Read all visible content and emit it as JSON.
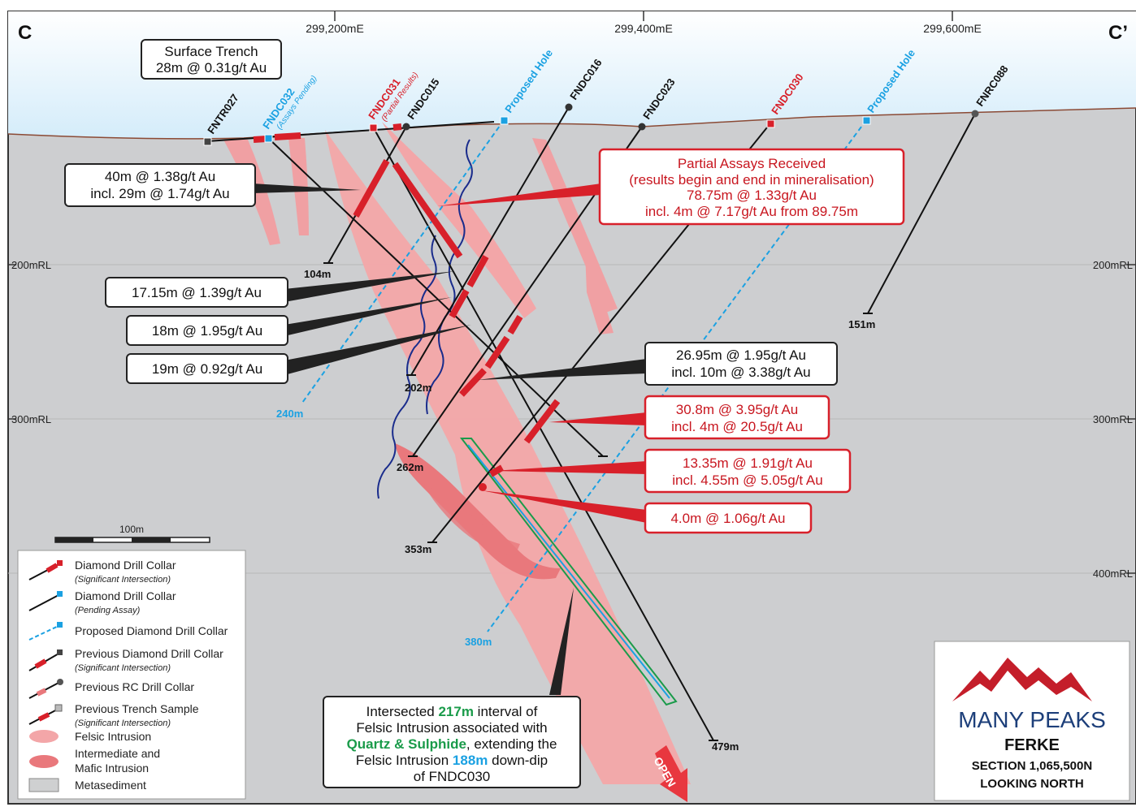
{
  "section": {
    "left_label": "C",
    "right_label": "C’"
  },
  "eastings": [
    "299,200mE",
    "299,400mE",
    "299,600mE"
  ],
  "rl_labels": [
    "200mRL",
    "300mRL",
    "400mRL"
  ],
  "holes": {
    "fntr027": "FNTR027",
    "fndc032": "FNDC032",
    "fndc032_note": "(Assays Pending)",
    "fndc031": "FNDC031",
    "fndc031_note": "(Partial Results)",
    "fndc015": "FNDC015",
    "proposed1": "Proposed Hole",
    "fndc016": "FNDC016",
    "fndc023": "FNDC023",
    "fndc030": "FNDC030",
    "proposed2": "Proposed Hole",
    "fnrc088": "FNRC088"
  },
  "depths": {
    "d104": "104m",
    "d151": "151m",
    "d202": "202m",
    "d240": "240m",
    "d262": "262m",
    "d353": "353m",
    "d380": "380m",
    "d479": "479m"
  },
  "callouts": {
    "trench_title": "Surface Trench",
    "trench_value": "28m @ 0.31g/t Au",
    "c1a": "40m @ 1.38g/t Au",
    "c1b": "incl. 29m @ 1.74g/t Au",
    "c2": "17.15m @ 1.39g/t Au",
    "c3": "18m @ 1.95g/t Au",
    "c4": "19m @ 0.92g/t Au",
    "partial1": "Partial Assays Received",
    "partial2": "(results begin and end in mineralisation)",
    "partial3": "78.75m @ 1.33g/t Au",
    "partial4": "incl. 4m @ 7.17g/t Au from 89.75m",
    "c5a": "26.95m @ 1.95g/t Au",
    "c5b": "incl. 10m @ 3.38g/t Au",
    "c6a": "30.8m @ 3.95g/t Au",
    "c6b": "incl. 4m @ 20.5g/t Au",
    "c7a": "13.35m @ 1.91g/t Au",
    "c7b": "incl. 4.55m @ 5.05g/t Au",
    "c8": "4.0m @ 1.06g/t Au"
  },
  "bottom_note": {
    "l1_pre": "Intersected ",
    "l1_hl": "217m",
    "l1_post": " interval of",
    "l2": "Felsic Intrusion associated with",
    "l3_hl": "Quartz & Sulphide",
    "l3_post": ", extending the",
    "l4_pre": "Felsic Intrusion ",
    "l4_hl": "188m",
    "l4_post": " down-dip",
    "l5": "of FNDC030"
  },
  "open_label": "OPEN",
  "scale_label": "100m",
  "legend": [
    {
      "label": "Diamond Drill Collar",
      "sub": "(Significant Intersection)"
    },
    {
      "label": "Diamond Drill Collar",
      "sub": "(Pending Assay)"
    },
    {
      "label": "Proposed Diamond Drill Collar",
      "sub": ""
    },
    {
      "label": "Previous Diamond Drill Collar",
      "sub": "(Significant Intersection)"
    },
    {
      "label": "Previous RC Drill Collar",
      "sub": ""
    },
    {
      "label": "Previous Trench Sample",
      "sub": "(Significant Intersection)"
    },
    {
      "label": "Felsic Intrusion",
      "sub": ""
    },
    {
      "label": "Intermediate and",
      "sub": ""
    },
    {
      "label": "Mafic Intrusion",
      "sub": ""
    },
    {
      "label": "Metasediment",
      "sub": ""
    }
  ],
  "brand": {
    "company": "MANY PEAKS",
    "project": "FERKE",
    "section": "SECTION 1,065,500N",
    "view": "LOOKING NORTH"
  },
  "colors": {
    "felsic": "#f3a6a8",
    "mafic": "#e9787c",
    "metasediment": "#cfd0d1",
    "assay_red": "#d8202a",
    "pending_blue": "#1ba1e2",
    "highlight_green": "#1a9b4a"
  }
}
